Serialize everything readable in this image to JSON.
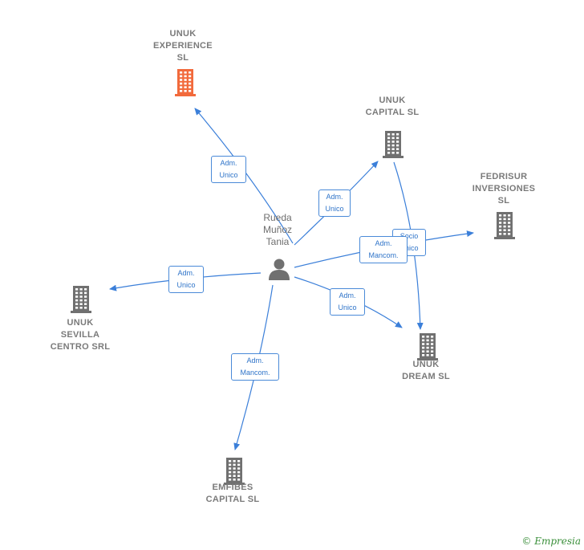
{
  "colors": {
    "edge": "#3b7fd9",
    "building_main": "#f26a3c",
    "building": "#707070",
    "person": "#707070"
  },
  "person": {
    "name": "Rueda\nMuñoz\nTania",
    "icon": "person-icon"
  },
  "nodes": [
    {
      "id": "unuk-experience",
      "label": "UNUK\nEXPERIENCE\nSL",
      "icon": "building-icon",
      "highlight": true
    },
    {
      "id": "unuk-capital",
      "label": "UNUK\nCAPITAL  SL",
      "icon": "building-icon",
      "highlight": false
    },
    {
      "id": "fedrisur",
      "label": "FEDRISUR\nINVERSIONES\nSL",
      "icon": "building-icon",
      "highlight": false
    },
    {
      "id": "unuk-sevilla",
      "label": "UNUK\nSEVILLA\nCENTRO SRL",
      "icon": "building-icon",
      "highlight": false
    },
    {
      "id": "unuk-dream",
      "label": "UNUK\nDREAM  SL",
      "icon": "building-icon",
      "highlight": false
    },
    {
      "id": "emfibes",
      "label": "EMFIBES\nCAPITAL  SL",
      "icon": "building-icon",
      "highlight": false
    }
  ],
  "edges": [
    {
      "from": "person",
      "to": "unuk-experience",
      "label": "Adm.\nUnico"
    },
    {
      "from": "person",
      "to": "unuk-capital",
      "label": "Adm.\nUnico"
    },
    {
      "from": "unuk-capital",
      "to": "unuk-dream",
      "label": "Socio\nÚnico"
    },
    {
      "from": "person",
      "to": "fedrisur",
      "label": "Adm.\nMancom."
    },
    {
      "from": "person",
      "to": "unuk-sevilla",
      "label": "Adm.\nUnico"
    },
    {
      "from": "person",
      "to": "unuk-dream",
      "label": "Adm.\nUnico"
    },
    {
      "from": "person",
      "to": "emfibes",
      "label": "Adm.\nMancom."
    }
  ],
  "copyright": {
    "symbol": "©",
    "brand": "Empresia"
  }
}
